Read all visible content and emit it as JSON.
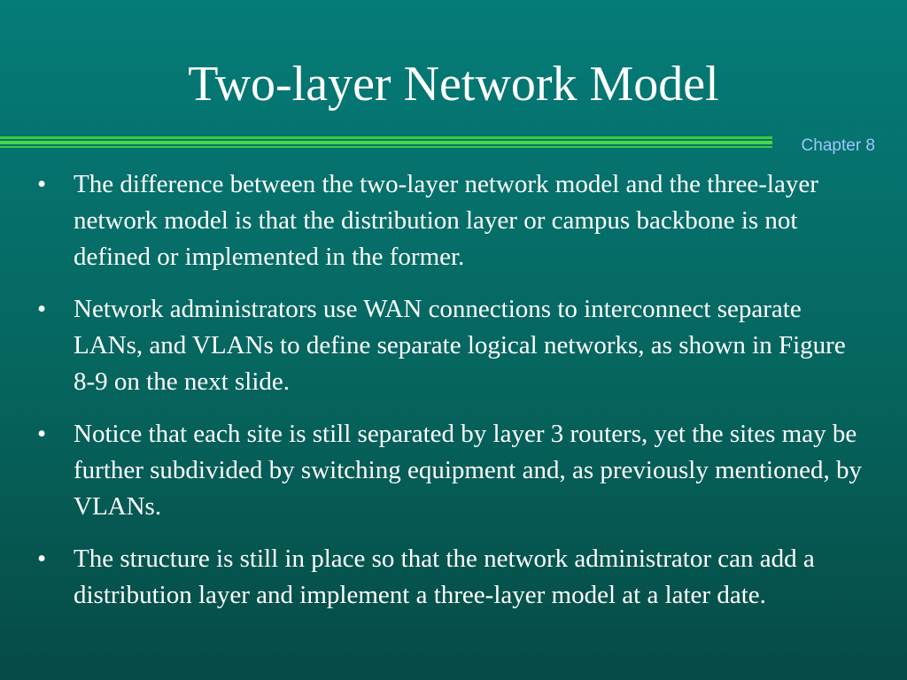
{
  "slide": {
    "title": "Two-layer Network Model",
    "chapter_label": "Chapter 8",
    "bullet_glyph": "•",
    "bullets": [
      "The difference between the two-layer network model and the three-layer network model is that the distribution layer or campus backbone is not defined or implemented in the former.",
      "Network administrators use WAN connections to interconnect separate LANs, and VLANs to define separate logical networks, as shown in Figure 8-9 on the next slide.",
      "Notice that each site is still separated by layer 3 routers, yet the sites may be further subdivided by switching equipment and, as previously mentioned, by VLANs.",
      "The structure is still in place so that the network administrator can add a distribution layer and implement a three-layer model at a later date."
    ]
  },
  "colors": {
    "background_top": "#057c78",
    "background_bottom": "#064b45",
    "divider": "#3ec93e",
    "chapter_text": "#9ec6ff",
    "text": "#ffffff"
  }
}
